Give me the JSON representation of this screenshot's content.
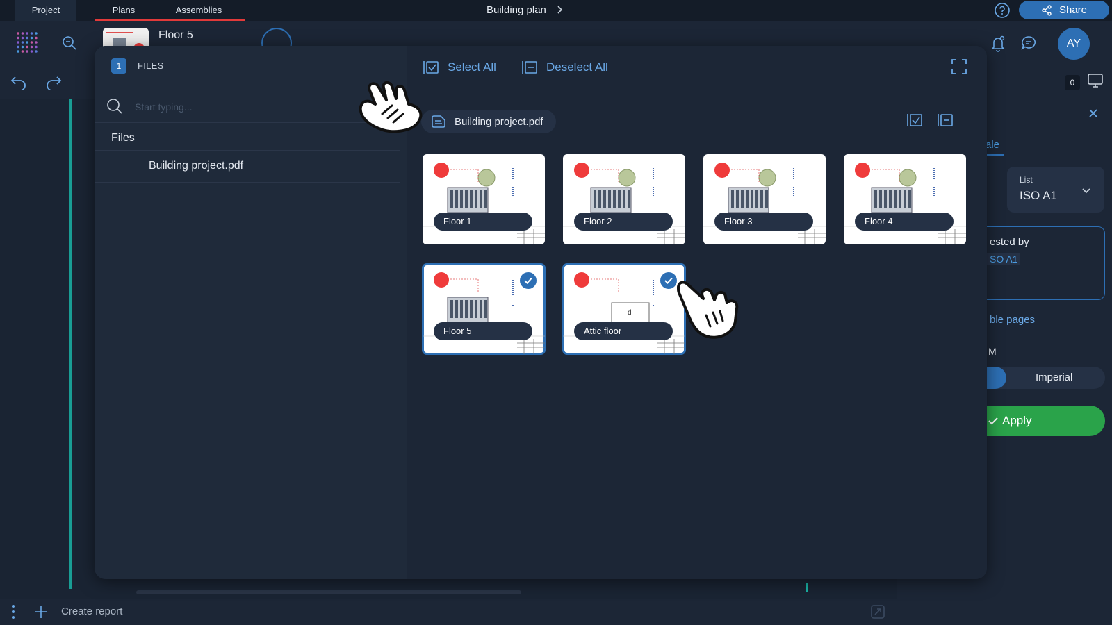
{
  "topbar": {
    "tabs": [
      {
        "label": "Project"
      },
      {
        "label": "Plans"
      },
      {
        "label": "Assemblies"
      }
    ],
    "title": "Building plan",
    "share_label": "Share"
  },
  "toolbar": {
    "current_plan": "Floor 5",
    "avatar_initials": "AY",
    "count": "0"
  },
  "right_panel": {
    "tab_fragment": "ale",
    "list_label": "List",
    "list_value": "ISO A1",
    "suggested_fragment": "ested by",
    "chip_fragment": "SO A1",
    "pages_fragment": "ble pages",
    "m_fragment": "M",
    "toggle_right": "Imperial",
    "apply_label": "Apply"
  },
  "bottom": {
    "create_report": "Create report"
  },
  "modal": {
    "files_count": "1",
    "files_title": "FILES",
    "search_placeholder": "Start typing...",
    "files_section": "Files",
    "file_name": "Building project.pdf",
    "select_all": "Select All",
    "deselect_all": "Deselect All",
    "pdf_chip": "Building project.pdf",
    "pages": [
      {
        "label": "Floor 1",
        "selected": false
      },
      {
        "label": "Floor 2",
        "selected": false
      },
      {
        "label": "Floor 3",
        "selected": false
      },
      {
        "label": "Floor 4",
        "selected": false
      },
      {
        "label": "Floor 5",
        "selected": true
      },
      {
        "label": "Attic floor",
        "selected": true
      }
    ]
  },
  "colors": {
    "accent": "#2d6fb4",
    "link": "#6aa8e6",
    "apply_green": "#2aa34a",
    "tab_underline": "#e23a3a",
    "marker_red": "#ef3b3b"
  }
}
